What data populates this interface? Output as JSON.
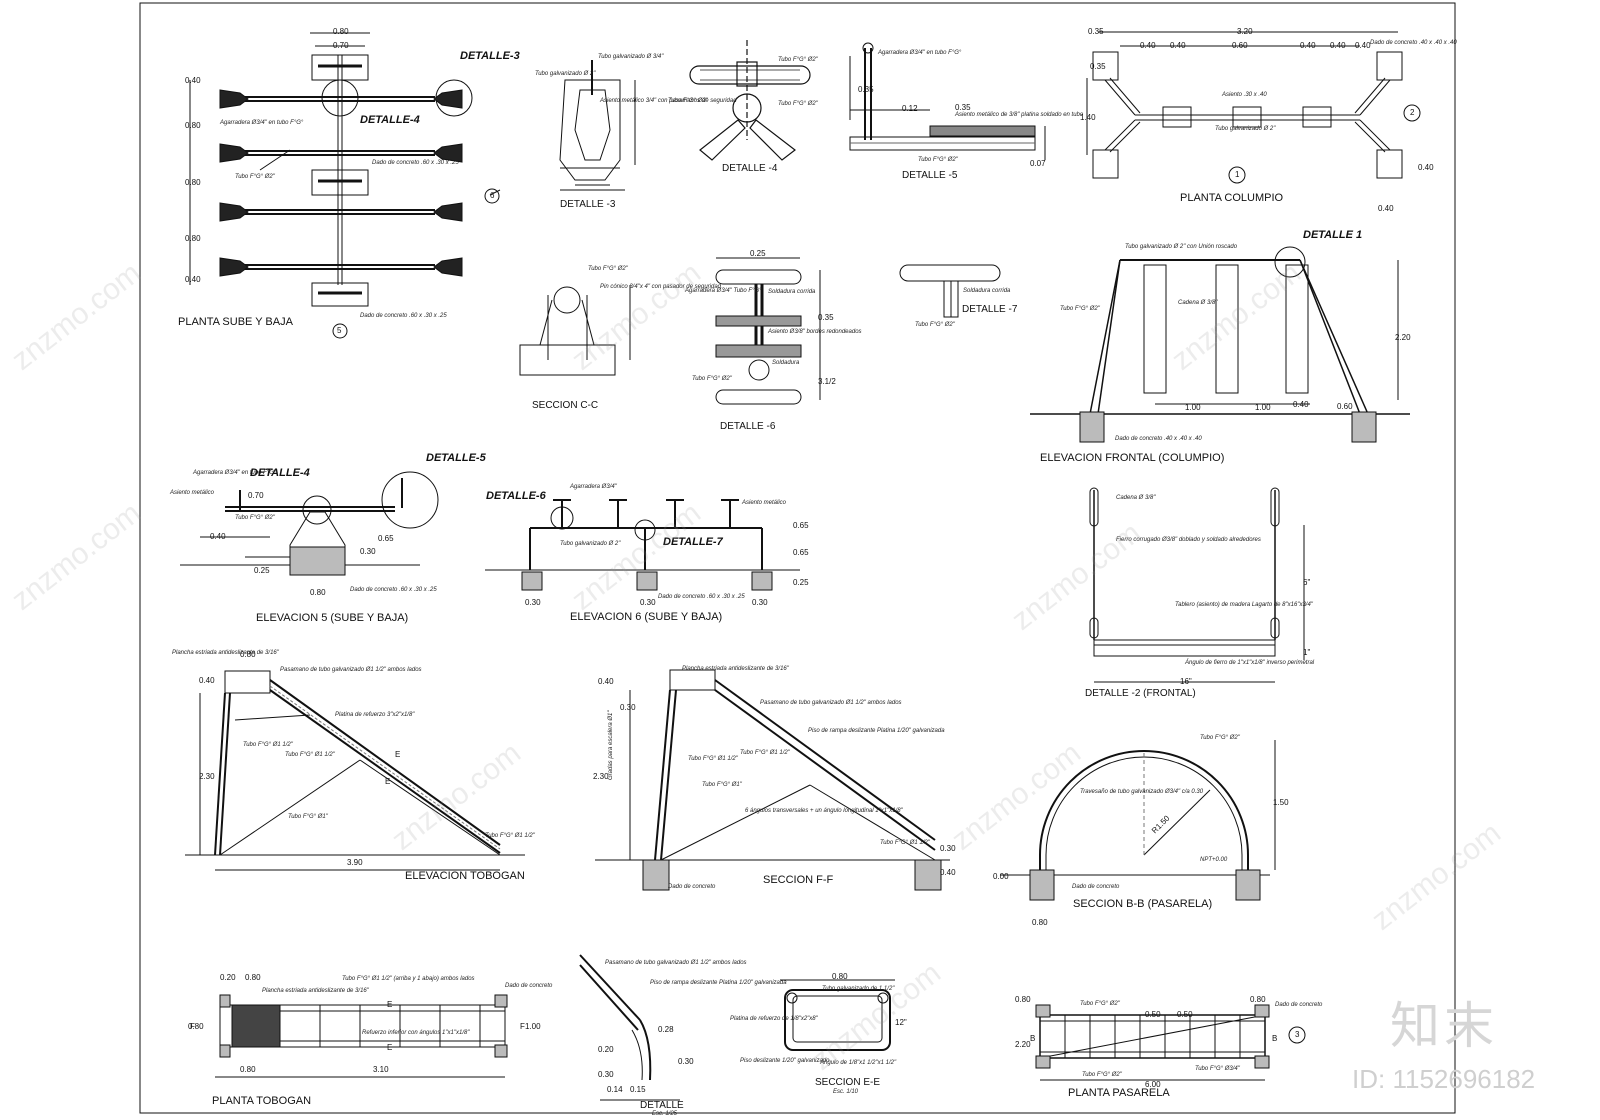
{
  "titles": {
    "planta_sube_baja": "PLANTA SUBE Y BAJA",
    "detalle_3": "DETALLE -3",
    "detalle_4": "DETALLE -4",
    "detalle_5": "DETALLE -5",
    "planta_columpio": "PLANTA COLUMPIO",
    "seccion_cc": "SECCION C-C",
    "detalle_6": "DETALLE -6",
    "detalle_7": "DETALLE -7",
    "elev_frontal": "ELEVACION FRONTAL (COLUMPIO)",
    "elev_5": "ELEVACION 5 (SUBE Y BAJA)",
    "elev_6": "ELEVACION 6 (SUBE Y BAJA)",
    "detalle_2": "DETALLE -2 (FRONTAL)",
    "elev_tobogan": "ELEVACION TOBOGAN",
    "seccion_ff": "SECCION F-F",
    "seccion_bb": "SECCION B-B (PASARELA)",
    "planta_tobogan": "PLANTA TOBOGAN",
    "detalle": "DETALLE",
    "seccion_ee": "SECCION E-E",
    "planta_pasarela": "PLANTA PASARELA"
  },
  "callouts": {
    "detalle_3": "DETALLE-3",
    "detalle_4": "DETALLE-4",
    "detalle_4b": "DETALLE-4",
    "detalle_5": "DETALLE-5",
    "detalle_6": "DETALLE-6",
    "detalle_7": "DETALLE-7",
    "detalle_1": "DETALLE 1"
  },
  "markers": {
    "m5": "5",
    "m6": "6",
    "m1": "1",
    "m2": "2",
    "m3": "3"
  },
  "dims": {
    "d080": "0.80",
    "d070": "0.70",
    "d040": "0.40",
    "d080b": "0.80",
    "d080c": "0.80",
    "d080d": "0.80",
    "d040b": "0.40",
    "c035": "0.35",
    "c320": "3.20",
    "c040": "0.40",
    "c040b": "0.40",
    "c060": "0.60",
    "c040c": "0.40",
    "c040d": "0.40",
    "c040e": "0.40",
    "c140": "1.40",
    "c040f": "0.40",
    "c040g": "0.40",
    "c035b": "0.35",
    "d5_035": "0.35",
    "d5_012": "0.12",
    "d5_035b": "0.35",
    "d5_007": "0.07",
    "d6_025": "0.25",
    "d6_035": "0.35",
    "d6_312": "3.1/2",
    "ef_220": "2.20",
    "ef_100": "1.00",
    "ef_100b": "1.00",
    "ef_040": "0.40",
    "ef_060": "0.60",
    "e5_070": "0.70",
    "e5_040": "0.40",
    "e5_030": "0.30",
    "e5_025": "0.25",
    "e5_080": "0.80",
    "e5_065": "0.65",
    "e6_065": "0.65",
    "e6_065b": "0.65",
    "e6_025": "0.25",
    "e6_030": "0.30",
    "e6_030b": "0.30",
    "e6_030c": "0.30",
    "d2_6": "6\"",
    "d2_1": "1\"",
    "d2_16": "16\"",
    "t_080": "0.80",
    "t_040": "0.40",
    "t_230": "2.30",
    "t_390": "3.90",
    "f_040": "0.40",
    "f_030": "0.30",
    "f_230": "2.30",
    "f_030b": "0.30",
    "f_040b": "0.40",
    "b_150": "1.50",
    "b_r150": "R1.50",
    "b_080": "0.80",
    "b_000": "0.00",
    "pt_020": "0.20",
    "pt_080": "0.80",
    "pt_080b": "0.80",
    "pt_310": "3.10",
    "pt_080c": "0.80",
    "pt_100": "1.00",
    "dt_028": "0.28",
    "dt_020": "0.20",
    "dt_030": "0.30",
    "dt_030b": "0.30",
    "dt_014": "0.14",
    "dt_015": "0.15",
    "se_080": "0.80",
    "se_12": "12\"",
    "pp_080": "0.80",
    "pp_050": "0.50",
    "pp_050b": "0.50",
    "pp_080b": "0.80",
    "pp_220": "2.20",
    "pp_600": "6.00"
  },
  "notes": {
    "n1": "Agarradera Ø3/4\" en tubo F°G°",
    "n2": "Tubo F°G° Ø2\"",
    "n3": "Dado de concreto .60 x .30 x .25",
    "n4": "Dado de concreto .60 x .30 x .25",
    "n5": "Tubo galvanizado Ø 3/4\"",
    "n6": "Tubo galvanizado Ø 2\"",
    "n7": "Asiento metálico 3/4\" con pasamanos de seguridad",
    "n8": "Tubo F°G° Ø2\"",
    "n9": "Tubo F°G° Ø2\"",
    "n10": "Tubo F°G° Ø2\"",
    "n11": "Agarradera Ø3/4\" en tubo F°G°",
    "n12": "Asiento metálico de 3/8\" platina soldado en tubo",
    "n13": "Tubo F°G° Ø2\"",
    "n14": "Dado de concreto .40 x .40 x .40",
    "n15": "Asiento .30 x .40",
    "n16": "Tubo galvanizado Ø 2\"",
    "n17": "Tubo galvanizado Ø 2\" con Unión roscado",
    "n18": "Tubo F°G° Ø2\"",
    "n19": "Cadena Ø 3/8\"",
    "n20": "Dado de concreto .40 x .40 x .40",
    "n21": "Tubo F°G° Ø2\"",
    "n22": "Pin cónico 3/4\"x 4\" con pasador de seguridad",
    "n23": "Agarradera Ø3/4\" Tubo F°G°",
    "n24": "Soldadura corrida",
    "n25": "Asiento Ø3/8\" bordes redondeados",
    "n26": "Soldadura",
    "n27": "Tubo F°G° Ø2\"",
    "n28": "Soldadura corrida",
    "n29": "Tubo F°G° Ø2\"",
    "n30": "Cadena Ø 3/8\"",
    "n31": "Fierro corrugado Ø3/8\" doblado y soldado alrededores",
    "n32": "Tablero (asiento) de madera Lagarto de 8\"x16\"x3/4\"",
    "n33": "Ángulo de fierro de 1\"x1\"x1/8\" inverso perimetral",
    "n34": "Agarradera Ø3/4\" en tubo F°G°",
    "n35": "Asiento metálico",
    "n36": "Tubo F°G° Ø2\"",
    "n37": "Dado de concreto .60 x .30 x .25",
    "n38": "Agarradera Ø3/4\"",
    "n39": "Asiento metálico",
    "n40": "Tubo galvanizado Ø 2\"",
    "n41": "Dado de concreto .60 x .30 x .25",
    "n42": "Plancha estriada antideslizante de 3/16\"",
    "n43": "Pasamano de tubo galvanizado Ø1 1/2\" ambos lados",
    "n44": "Platina de refuerzo 3\"x2\"x1/8\"",
    "n45": "Tubo F°G° Ø1 1/2\"",
    "n46": "Tubo F°G° Ø1 1/2\"",
    "n47": "Tubo F°G° Ø1\"",
    "n48": "Tubo F°G° Ø1 1/2\"",
    "n49": "Plancha estriada antideslizante de 3/16\"",
    "n50": "Pasamano de tubo galvanizado Ø1 1/2\" ambos lados",
    "n51": "Piso de rampa deslizante Platina 1/20\" galvanizada",
    "n52": "Tubo F°G° Ø1 1/2\"",
    "n53": "Tubo F°G° Ø1 1/2\"",
    "n54": "Tubo F°G° Ø1\"",
    "n55": "6 ángulos transversales + un ángulo longitudinal 1\"x1\"x1/8\"",
    "n56": "Tubo F°G° Ø1 1/2\"",
    "n57": "Gradas para escalera Ø1\"",
    "n58": "Dado de concreto",
    "n59": "Tubo F°G° Ø2\"",
    "n60": "Travesaño de tubo galvanizado Ø3/4\" c/a 0.30",
    "n61": "NPT+0.00",
    "n62": "Dado de concreto",
    "n63": "Plancha estriada antideslizante de 3/16\"",
    "n64": "Tubo F°G° Ø1 1/2\" (arriba y 1 abajo) ambos lados",
    "n65": "Refuerzo inferior con ángulos 1\"x1\"x1/8\"",
    "n66": "Dado de concreto",
    "n67": "Pasamano de tubo galvanizado Ø1 1/2\" ambos lados",
    "n68": "Piso de rampa deslizante Platina 1/20\" galvanizada",
    "n69": "Tubo galvanizado de 1 1/2\"",
    "n70": "Platina de refuerzo de 1/8\"x2\"x8\"",
    "n71": "Piso deslizante 1/20\" galvanizado",
    "n72": "Ángulo de 1/8\"x1 1/2\"x1 1/2\"",
    "n73": "Esc. 1/10",
    "n74": "Esc. 1/25",
    "n75": "Tubo F°G° Ø2\"",
    "n76": "Dado de concreto",
    "n77": "Tubo F°G° Ø2\"",
    "n78": "Tubo F°G° Ø3/4\""
  },
  "section_marks": {
    "e1": "E",
    "e2": "E",
    "e3": "E",
    "e4": "E",
    "f1": "F",
    "f2": "F",
    "b1": "B",
    "b2": "B"
  },
  "watermark": {
    "logo": "知末",
    "id": "ID: 1152696182",
    "repeat": "znzmo.com"
  }
}
